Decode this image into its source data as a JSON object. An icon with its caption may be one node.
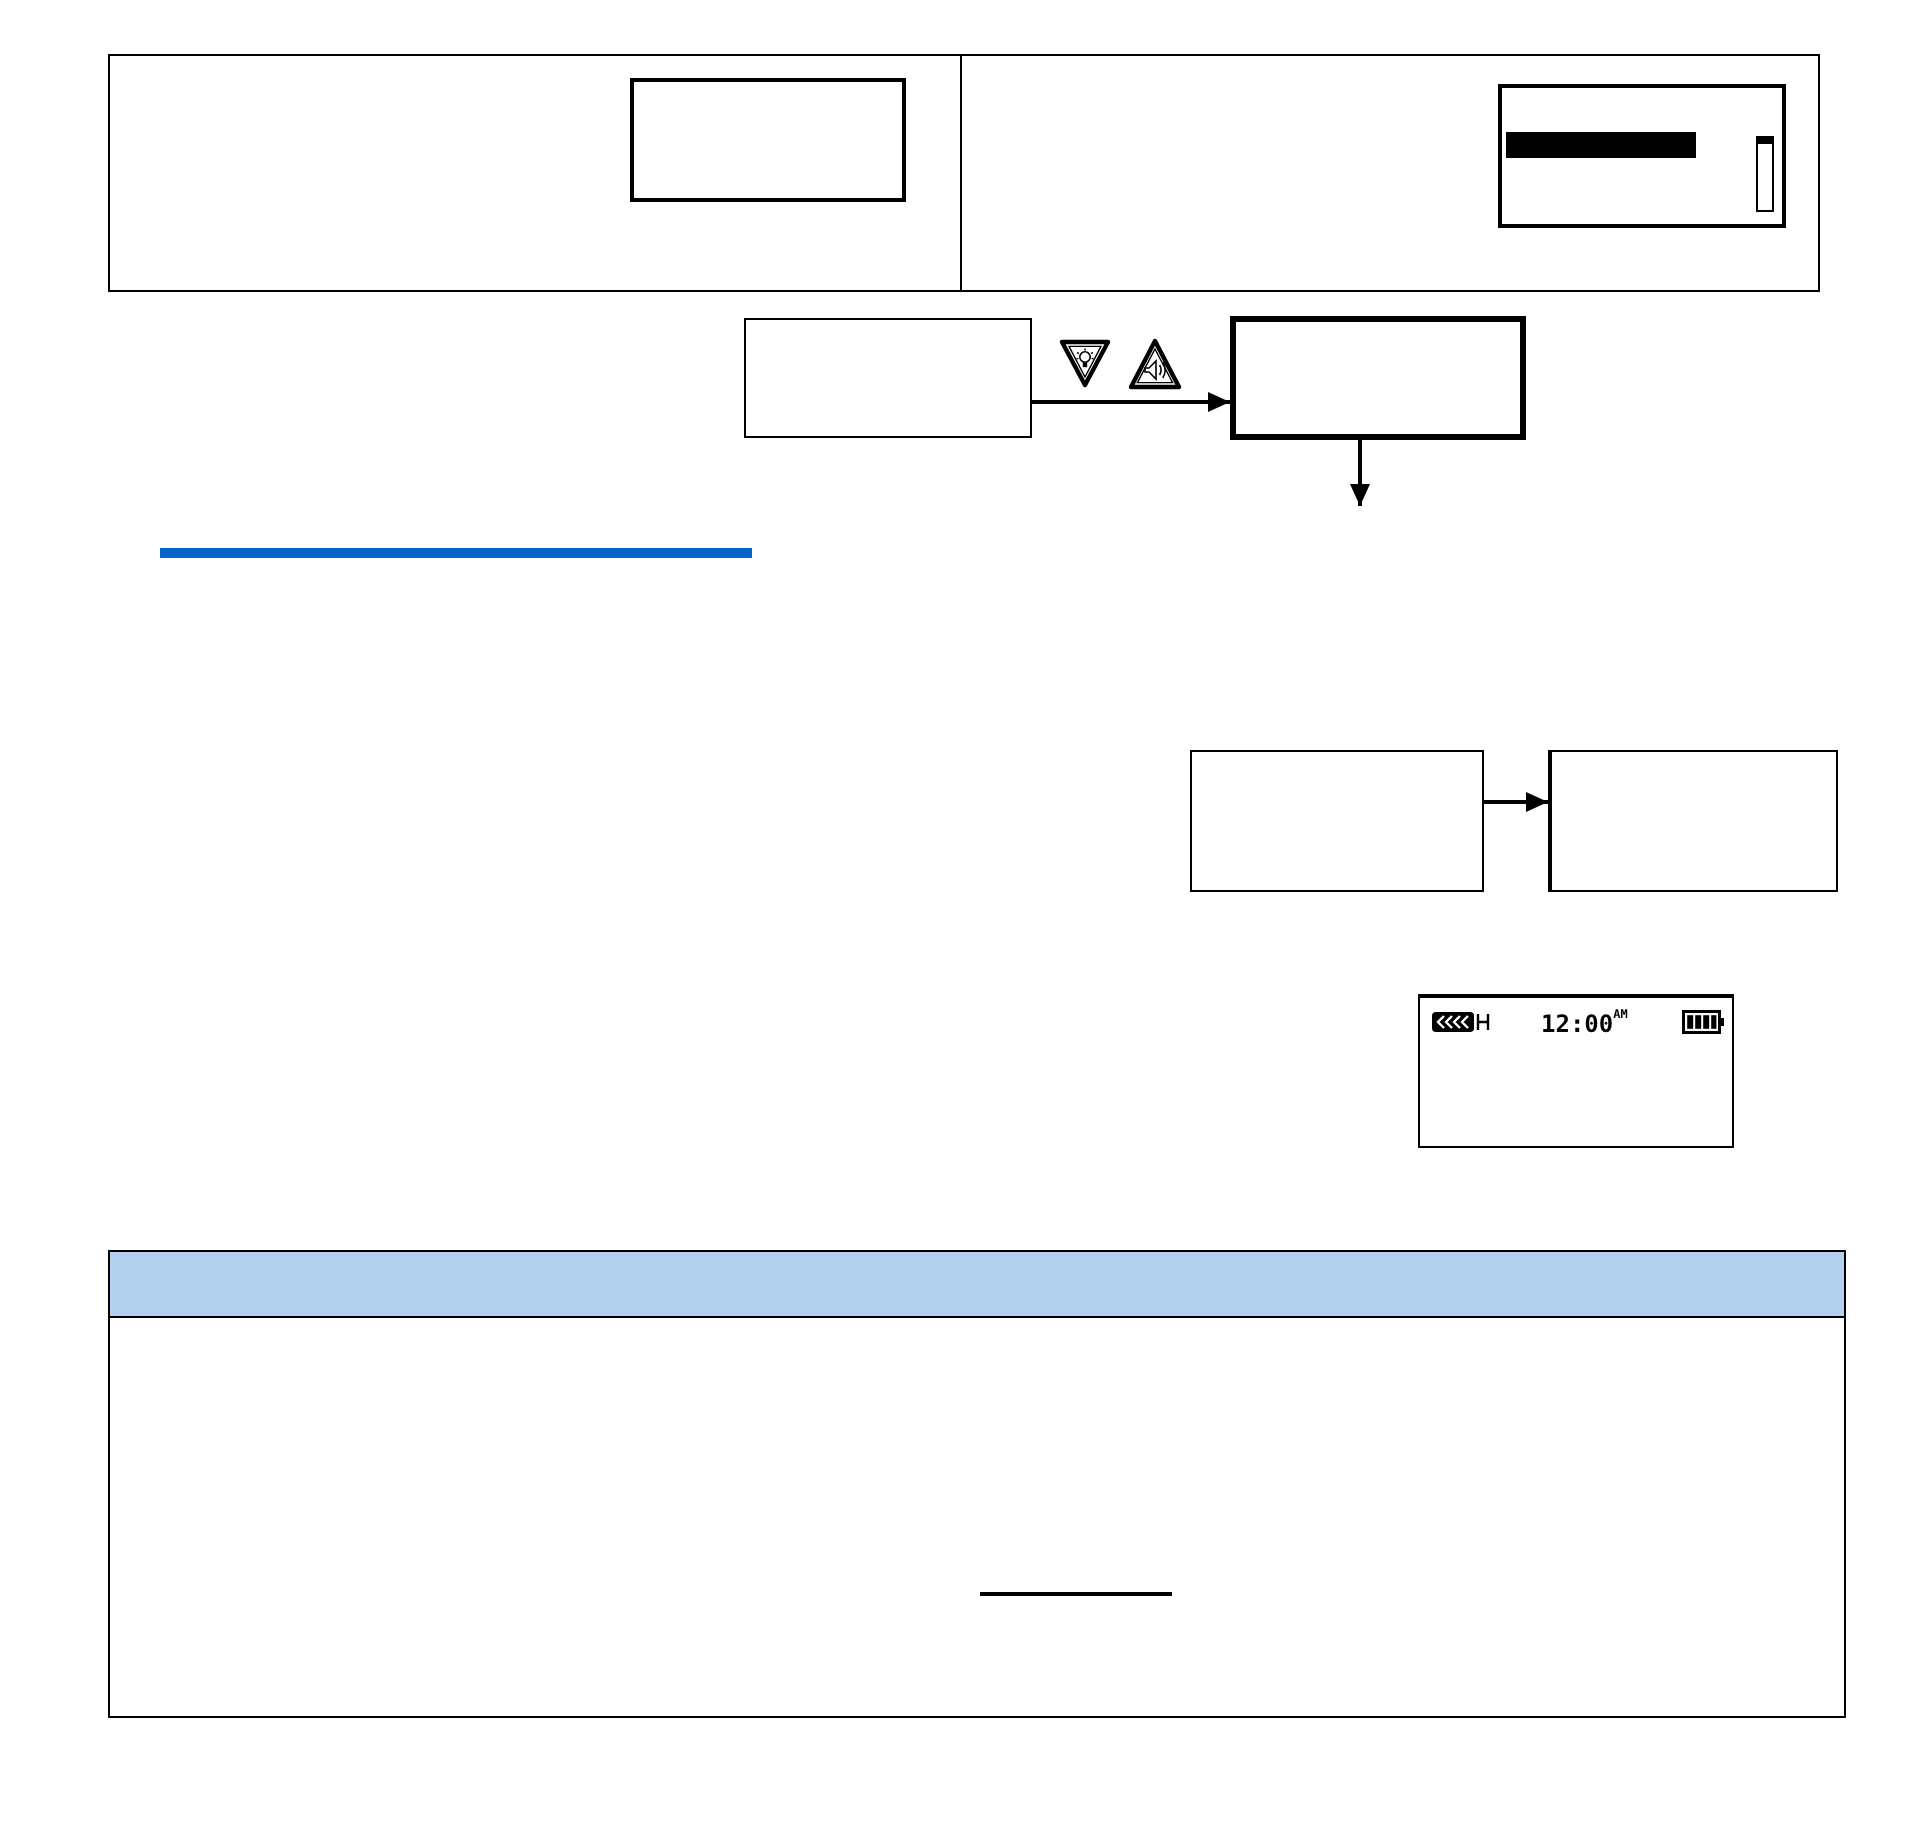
{
  "diagram": {
    "nodes": [
      {
        "text": [],
        "shape": "box"
      },
      {
        "text": [],
        "shape": "box"
      },
      {
        "text": [],
        "shape": "box"
      },
      {
        "text": [],
        "shape": "box"
      },
      {
        "text": [],
        "shape": "box"
      },
      {
        "text": [],
        "shape": "box"
      },
      {
        "text": [
          "12:00$^{AM}$"
        ]
      }
    ],
    "edges": [
      {
        "from": 2,
        "to": 3,
        "arrow": "to"
      },
      {
        "from": 3,
        "to": null,
        "arrow": "to"
      },
      {
        "from": 4,
        "to": 5,
        "arrow": "to"
      }
    ]
  }
}
